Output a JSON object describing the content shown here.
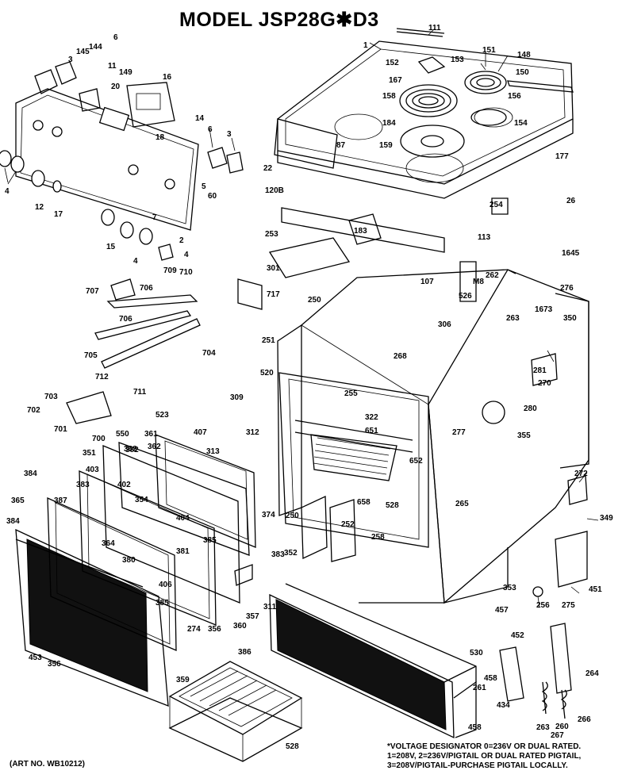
{
  "title": "MODEL JSP28G✱D3",
  "art_number": "(ART NO. WB10212)",
  "note_lines": [
    "*VOLTAGE DESIGNATOR 0=236V OR DUAL RATED.",
    "1=208V, 2=236V/PIGTAIL OR DUAL RATED PIGTAIL,",
    "3=208V/PIGTAIL-PURCHASE PIGTAIL LOCALLY."
  ],
  "part_labels": [
    "111",
    "1",
    "6",
    "144",
    "145",
    "3",
    "149",
    "11",
    "20",
    "16",
    "151",
    "152",
    "153",
    "148",
    "150",
    "167",
    "158",
    "156",
    "184",
    "154",
    "159",
    "87",
    "177",
    "2",
    "14",
    "18",
    "6",
    "3",
    "4",
    "5",
    "60",
    "4",
    "12",
    "17",
    "22",
    "120B",
    "254",
    "26",
    "7",
    "15",
    "253",
    "183",
    "113",
    "1645",
    "4",
    "709",
    "301",
    "107",
    "M8",
    "262",
    "706",
    "710",
    "276",
    "717",
    "526",
    "707",
    "706",
    "250",
    "263",
    "1673",
    "350",
    "306",
    "251",
    "268",
    "704",
    "705",
    "712",
    "711",
    "281",
    "520",
    "255",
    "270",
    "309",
    "703",
    "702",
    "701",
    "700",
    "322",
    "651",
    "277",
    "280",
    "312",
    "523",
    "355",
    "550",
    "361",
    "407",
    "362",
    "313",
    "351",
    "403",
    "384",
    "383",
    "402",
    "354",
    "652",
    "387",
    "272",
    "528",
    "658",
    "265",
    "382",
    "365",
    "374",
    "404",
    "349",
    "384",
    "385",
    "250",
    "252",
    "362",
    "364",
    "380",
    "381",
    "383",
    "352",
    "258",
    "311",
    "406",
    "385",
    "353",
    "451",
    "256",
    "275",
    "274",
    "356",
    "360",
    "357",
    "457",
    "452",
    "453",
    "356",
    "359",
    "386",
    "530",
    "458",
    "264",
    "261",
    "434",
    "263",
    "260",
    "266",
    "267",
    "458",
    "528"
  ]
}
